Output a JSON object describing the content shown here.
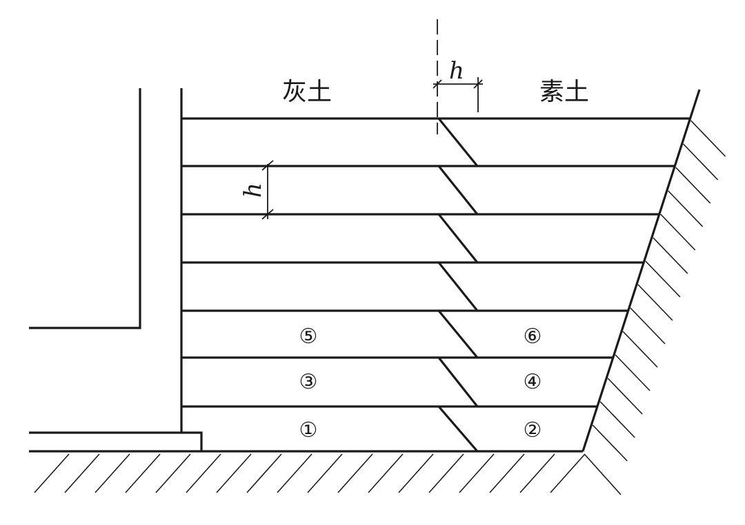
{
  "labels": {
    "left_soil": "灰土",
    "right_soil": "素土",
    "dim_top": "h",
    "dim_side": "h"
  },
  "sections": [
    {
      "left": "⑤",
      "right": "⑥"
    },
    {
      "left": "③",
      "right": "④"
    },
    {
      "left": "①",
      "right": "②"
    }
  ]
}
